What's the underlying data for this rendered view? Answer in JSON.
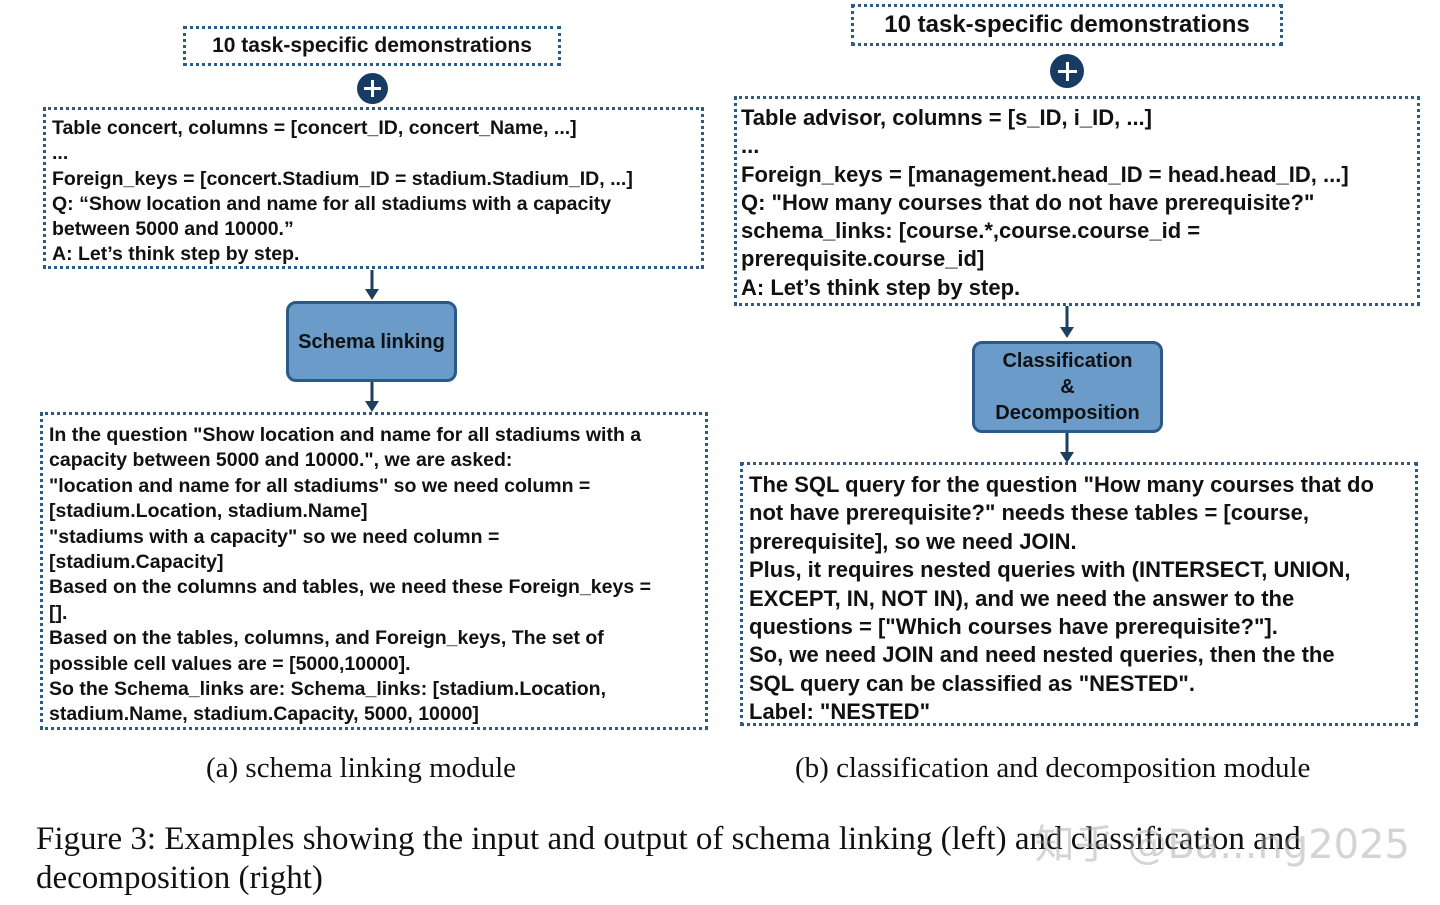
{
  "left": {
    "demo_label": "10 task-specific demonstrations",
    "input_lines": [
      "Table concert, columns = [concert_ID, concert_Name, ...]",
      "...",
      "Foreign_keys = [concert.Stadium_ID = stadium.Stadium_ID, ...]",
      "Q: “Show location and name for all stadiums with a capacity",
      "between 5000 and 10000.”",
      "A: Let’s think step by step."
    ],
    "module_lines": [
      "Schema linking"
    ],
    "output_lines": [
      "In the question \"Show location and name for all stadiums with a",
      "capacity between 5000 and 10000.\", we are asked:",
      "\"location and name for all stadiums\" so we need column =",
      "[stadium.Location, stadium.Name]",
      "\"stadiums with a capacity\" so we need column =",
      "[stadium.Capacity]",
      "Based on the columns and tables, we need these Foreign_keys =",
      "[].",
      "Based on the tables, columns, and Foreign_keys, The set of",
      "possible cell values are = [5000,10000].",
      "So the Schema_links are: Schema_links: [stadium.Location,",
      "stadium.Name, stadium.Capacity, 5000, 10000]"
    ],
    "caption": "(a) schema linking module"
  },
  "right": {
    "demo_label": "10 task-specific demonstrations",
    "input_lines": [
      "Table advisor, columns = [s_ID, i_ID, ...]",
      "...",
      "Foreign_keys = [management.head_ID = head.head_ID, ...]",
      "Q: \"How many courses that do not have prerequisite?\"",
      "schema_links: [course.*,course.course_id =",
      "prerequisite.course_id]",
      "A: Let’s think step by step."
    ],
    "module_lines": [
      "Classification",
      "&",
      "Decomposition"
    ],
    "output_lines": [
      "The SQL query for the question \"How many courses that do",
      "not have prerequisite?\" needs these tables = [course,",
      "prerequisite], so we need JOIN.",
      "Plus, it requires nested queries with (INTERSECT, UNION,",
      "EXCEPT, IN, NOT IN), and we need the answer to the",
      "questions = [\"Which courses have prerequisite?\"].",
      "So, we need JOIN and need nested queries, then the the",
      "SQL query can be classified as \"NESTED\".",
      "Label: \"NESTED\""
    ],
    "caption": "(b) classification and decomposition module"
  },
  "figure_caption_lines": [
    "Figure 3: Examples showing the input and output of schema linking (left) and classification and",
    "decomposition (right)"
  ],
  "watermark": "知乎 @Ba...ng2025",
  "colors": {
    "box_border": "#2f5b82",
    "module_fill": "#6b9cc9",
    "module_border": "#2a5a85",
    "plus_fill": "#173b63"
  }
}
